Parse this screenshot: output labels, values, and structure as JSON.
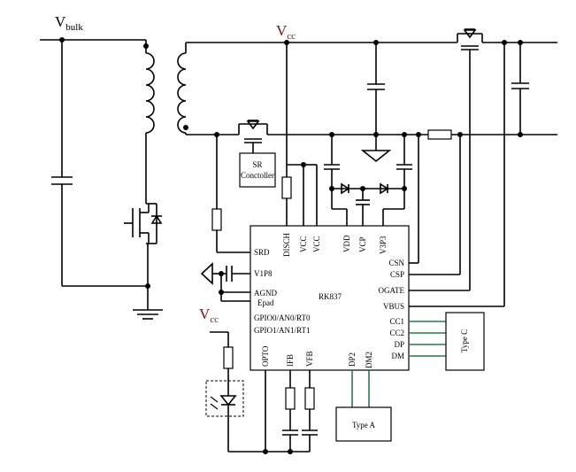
{
  "rails": {
    "vbulk_main": "V",
    "vbulk_sub": "bulk",
    "vcc_main": "V",
    "vcc_sub": "cc",
    "vcc2_main": "V",
    "vcc2_sub": "cc"
  },
  "sr_controller": {
    "line1": "SR",
    "line2": "Conctoller"
  },
  "ic": {
    "name": "RK837",
    "pins_left": [
      "SRD",
      "V1P8",
      "AGND",
      "Epad",
      "GPIO0/AN0/RT0",
      "GPIO1/AN1/RT1"
    ],
    "pins_top": [
      "DISCH",
      "VCC",
      "VCC",
      "VDD",
      "VCP",
      "V3P3"
    ],
    "pins_right": [
      "CSN",
      "CSP",
      "OGATE",
      "VBUS",
      "CC1",
      "CC2",
      "DP",
      "DM"
    ],
    "pins_bottom": [
      "OPTO",
      "IFB",
      "VFB",
      "DP2",
      "DM2"
    ]
  },
  "type_c": {
    "label": "Type C"
  },
  "type_a": {
    "label": "Type A"
  },
  "colors": {
    "wire": "#000000",
    "data_line": "#2a7a4a",
    "vcc_label": "#7a1010"
  }
}
